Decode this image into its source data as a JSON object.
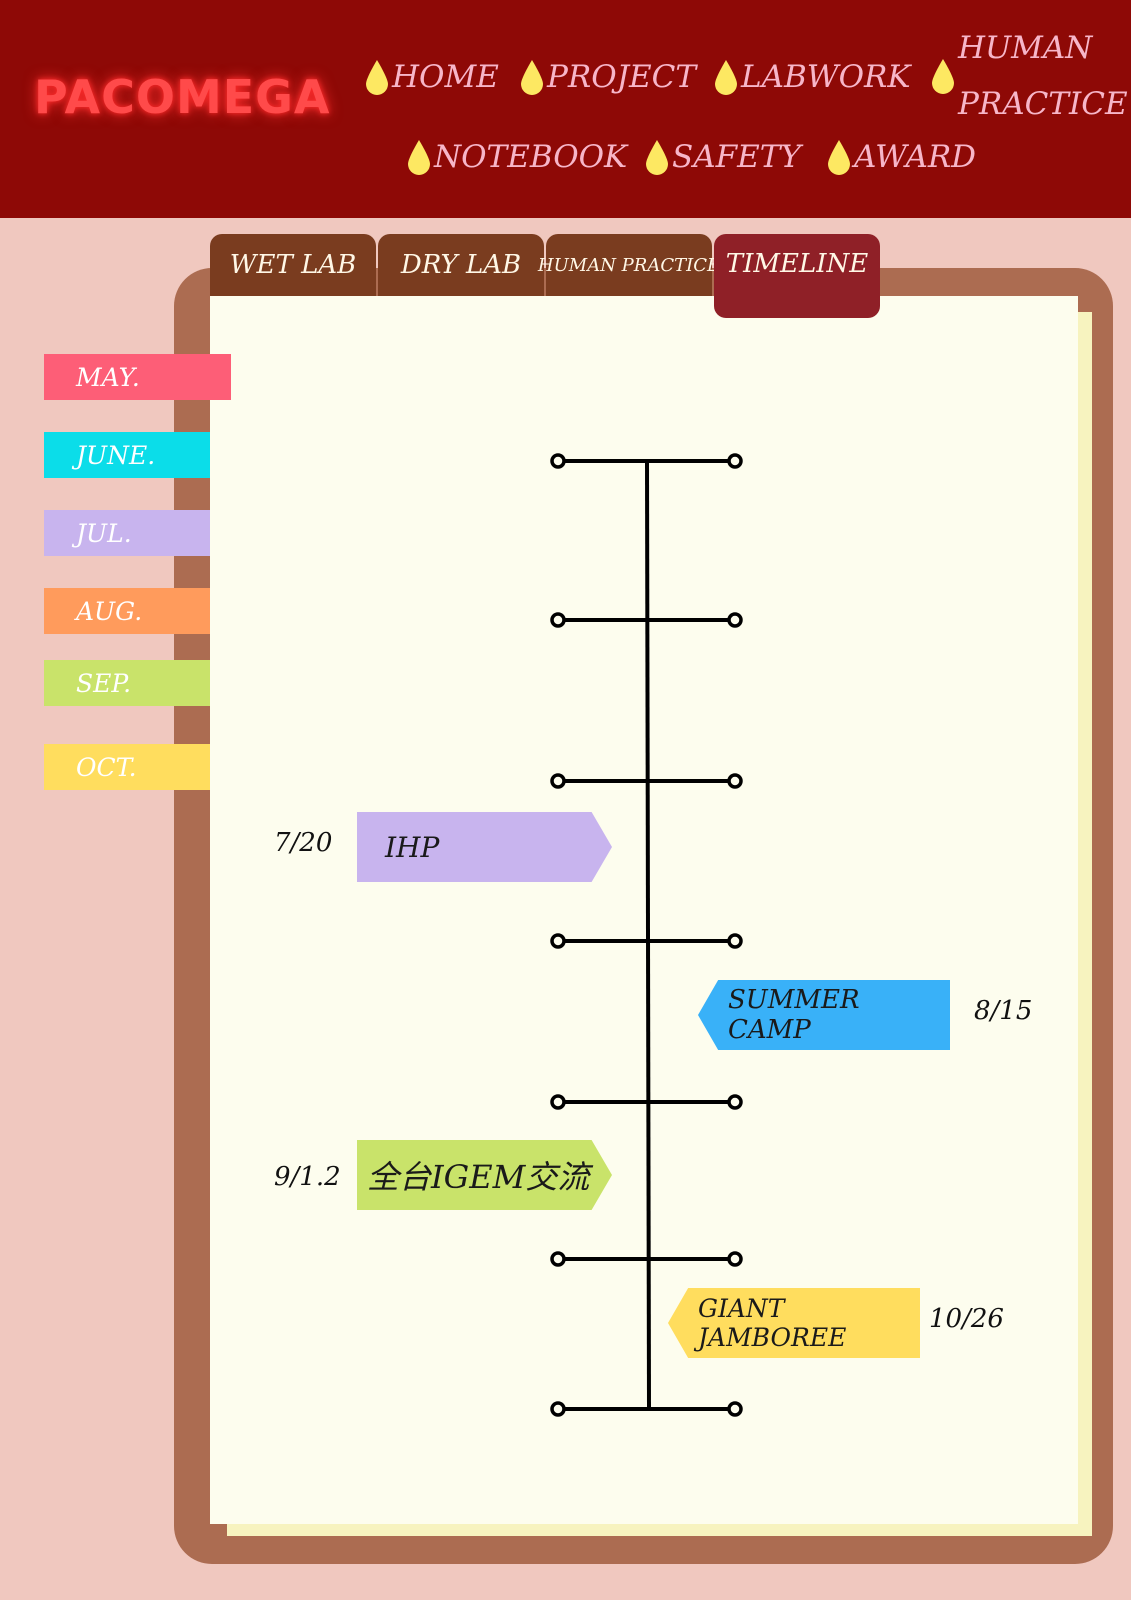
{
  "brand": {
    "logo": "PACOMEGA"
  },
  "nav": {
    "home": "HOME",
    "project": "PROJECT",
    "labwork": "LABWORK",
    "human_practice_1": "HUMAN",
    "human_practice_2": "PRACTICE",
    "notebook": "NOTEBOOK",
    "safety": "SAFETY",
    "award": "AWARD"
  },
  "tabs": {
    "wet_lab": "WET LAB",
    "dry_lab": "DRY LAB",
    "human_practice": "HUMAN PRACTICE",
    "timeline": "TIMELINE",
    "active": "TIMELINE"
  },
  "months": [
    {
      "label": "MAY.",
      "color": "#fd5e77"
    },
    {
      "label": "JUNE.",
      "color": "#0bdde9"
    },
    {
      "label": "JUL.",
      "color": "#c8b4ee"
    },
    {
      "label": "AUG.",
      "color": "#ff9b5c"
    },
    {
      "label": "SEP.",
      "color": "#c9e36a"
    },
    {
      "label": "OCT.",
      "color": "#ffdd5e"
    }
  ],
  "events": [
    {
      "date": "7/20",
      "title": "IHP",
      "color": "#c8b4ee"
    },
    {
      "date": "8/15",
      "title": "SUMMER CAMP",
      "color": "#39b1f8"
    },
    {
      "date": "9/1.2",
      "title": "全台IGEM交流",
      "color": "#c9e36a"
    },
    {
      "date": "10/26",
      "title": "GIANT JAMBOREE",
      "color": "#ffdd5e"
    }
  ],
  "colors": {
    "header_bg": "#8e0906",
    "page_bg": "#f0c8bf",
    "binder": "#ac6c51",
    "paper": "#fdfdee",
    "tab": "#7a3c1f",
    "tab_active": "#8f2027",
    "nav_text": "#f7b6c9",
    "drop_icon": "#fde862"
  }
}
